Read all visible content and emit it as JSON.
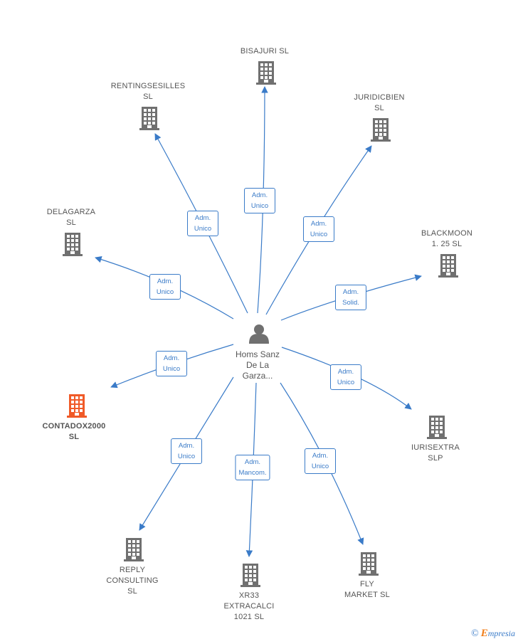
{
  "center": {
    "name": "Homs Sanz\nDe La\nGarza..."
  },
  "colors": {
    "edge": "#3a7bc8",
    "building": "#707070",
    "highlight": "#f05a28"
  },
  "companies": [
    {
      "id": "bisajuri",
      "name": "BISAJURI  SL",
      "role": "Adm.\nUnico",
      "highlight": false
    },
    {
      "id": "rentingsesilles",
      "name": "RENTINGSESILLES\nSL",
      "role": "Adm.\nUnico",
      "highlight": false
    },
    {
      "id": "juridicbien",
      "name": "JURIDICBIEN\nSL",
      "role": "Adm.\nUnico",
      "highlight": false
    },
    {
      "id": "delagarza",
      "name": "DELAGARZA\nSL",
      "role": "Adm.\nUnico",
      "highlight": false
    },
    {
      "id": "blackmoon",
      "name": "BLACKMOON\n1. 25  SL",
      "role": "Adm.\nSolid.",
      "highlight": false
    },
    {
      "id": "contadox",
      "name": "CONTADOX2000\nSL",
      "role": "Adm.\nUnico",
      "highlight": true
    },
    {
      "id": "iurisextra",
      "name": "IURISEXTRA\nSLP",
      "role": "Adm.\nUnico",
      "highlight": false
    },
    {
      "id": "reply",
      "name": "REPLY\nCONSULTING\nSL",
      "role": "Adm.\nUnico",
      "highlight": false
    },
    {
      "id": "xr33",
      "name": "XR33\nEXTRACALCI\n1021 SL",
      "role": "Adm.\nMancom.",
      "highlight": false
    },
    {
      "id": "fly",
      "name": "FLY\nMARKET  SL",
      "role": "Adm.\nUnico",
      "highlight": false
    }
  ],
  "brand": {
    "copyright": "©",
    "initial": "E",
    "rest": "mpresia"
  }
}
